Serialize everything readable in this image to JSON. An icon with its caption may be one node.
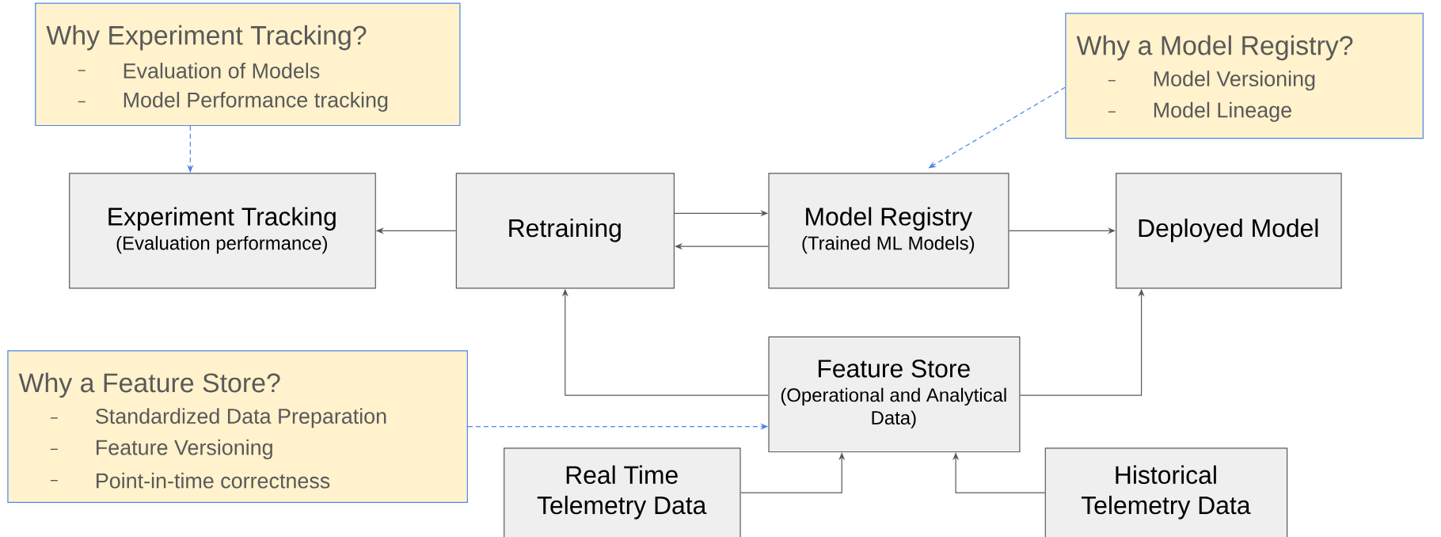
{
  "diagram": {
    "nodes": [
      {
        "text": [
          "Why Experiment Tracking?",
          "Evaluation of Models",
          "Model Performance tracking"
        ]
      },
      {
        "text": [
          "Why a Model Registry?",
          "Model Versioning",
          "Model Lineage"
        ]
      },
      {
        "text": [
          "Experiment Tracking",
          "(Evaluation performance)"
        ]
      },
      {
        "text": [
          "Retraining"
        ]
      },
      {
        "text": [
          "Model Registry",
          "(Trained ML Models)"
        ]
      },
      {
        "text": [
          "Deployed Model"
        ]
      },
      {
        "text": [
          "Why a Feature Store?",
          "Standardized Data Preparation",
          "Feature Versioning",
          "Point-in-time correctness"
        ]
      },
      {
        "text": [
          "Feature Store",
          "(Operational and Analytical Data)"
        ]
      },
      {
        "text": [
          "Real Time Telemetry Data"
        ]
      },
      {
        "text": [
          "Historical Telemetry Data"
        ]
      }
    ],
    "edges": [
      {
        "from": 0,
        "to": 2,
        "arrow": "to",
        "style": "dashed",
        "color": "#4a86e8"
      },
      {
        "from": 1,
        "to": 4,
        "arrow": "to",
        "style": "dashed",
        "color": "#4a86e8"
      },
      {
        "from": 3,
        "to": 2,
        "arrow": "to"
      },
      {
        "from": 3,
        "to": 4,
        "arrow": "to"
      },
      {
        "from": 4,
        "to": 3,
        "arrow": "to"
      },
      {
        "from": 4,
        "to": 5,
        "arrow": "to"
      },
      {
        "from": 7,
        "to": 3,
        "arrow": "to"
      },
      {
        "from": 7,
        "to": 5,
        "arrow": "to"
      },
      {
        "from": 6,
        "to": 7,
        "arrow": "to",
        "style": "dashed",
        "color": "#4a86e8"
      },
      {
        "from": 8,
        "to": 7,
        "arrow": "to"
      },
      {
        "from": 9,
        "to": 7,
        "arrow": "to"
      }
    ]
  }
}
